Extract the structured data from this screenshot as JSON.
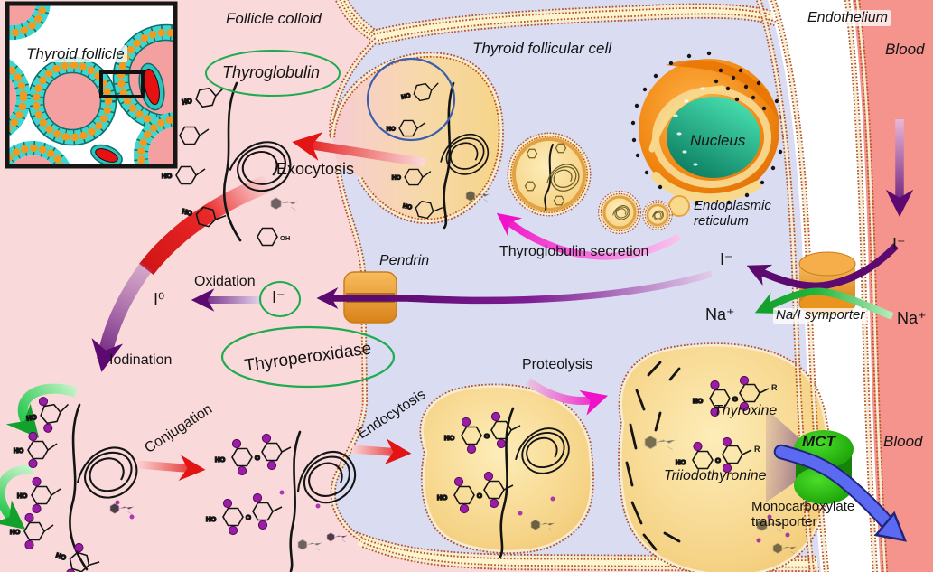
{
  "regions": {
    "inset_title": "Thyroid follicle",
    "follicle_colloid": "Follicle colloid",
    "cell": "Thyroid follicular cell",
    "endothelium": "Endothelium",
    "blood_top": "Blood",
    "blood_bottom": "Blood"
  },
  "organelles": {
    "nucleus": "Nucleus",
    "endoplasmic_reticulum": "Endoplasmic reticulum"
  },
  "labels": {
    "thyroglobulin": "Thyroglobulin",
    "thyroperoxidase": "Thyroperoxidase",
    "thyroxine": "Thyroxine",
    "triiodothyronine": "Triiodothyronine"
  },
  "transporters": {
    "pendrin": "Pendrin",
    "na_i_symporter": "Na/I symporter",
    "mct": "MCT",
    "mct_full": "Monocarboxylate transporter"
  },
  "processes": {
    "exocytosis": "Exocytosis",
    "thyroglobulin_secretion": "Thyroglobulin secretion",
    "oxidation": "Oxidation",
    "iodination": "Iodination",
    "conjugation": "Conjugation",
    "endocytosis": "Endocytosis",
    "proteolysis": "Proteolysis"
  },
  "ions": {
    "iodide": "I⁻",
    "free_iodine": "I⁰",
    "sodium": "Na⁺"
  },
  "chem": {
    "ho": "HO",
    "oh": "OH",
    "o": "O",
    "r": "R"
  },
  "colors": {
    "colloid": "#f9d9da",
    "cytoplasm": "#dadcf2",
    "blood": "#f4948d",
    "membrane": "#b5501f",
    "vesicle_fill": "#f6d488",
    "transporter_orange": "#f0a139",
    "mct_green": "#2fbb13",
    "iodine_dot": "#9c1ca8",
    "arrow_purple": "#5c0a70",
    "arrow_green": "#14a02c",
    "arrow_red": "#e31414",
    "arrow_magenta": "#f012c8",
    "arrow_blue": "#5b6af0",
    "annotation_green": "#1eaa4e",
    "nucleus_teal": "#17a47e",
    "nucleus_orange": "#ef8410"
  }
}
